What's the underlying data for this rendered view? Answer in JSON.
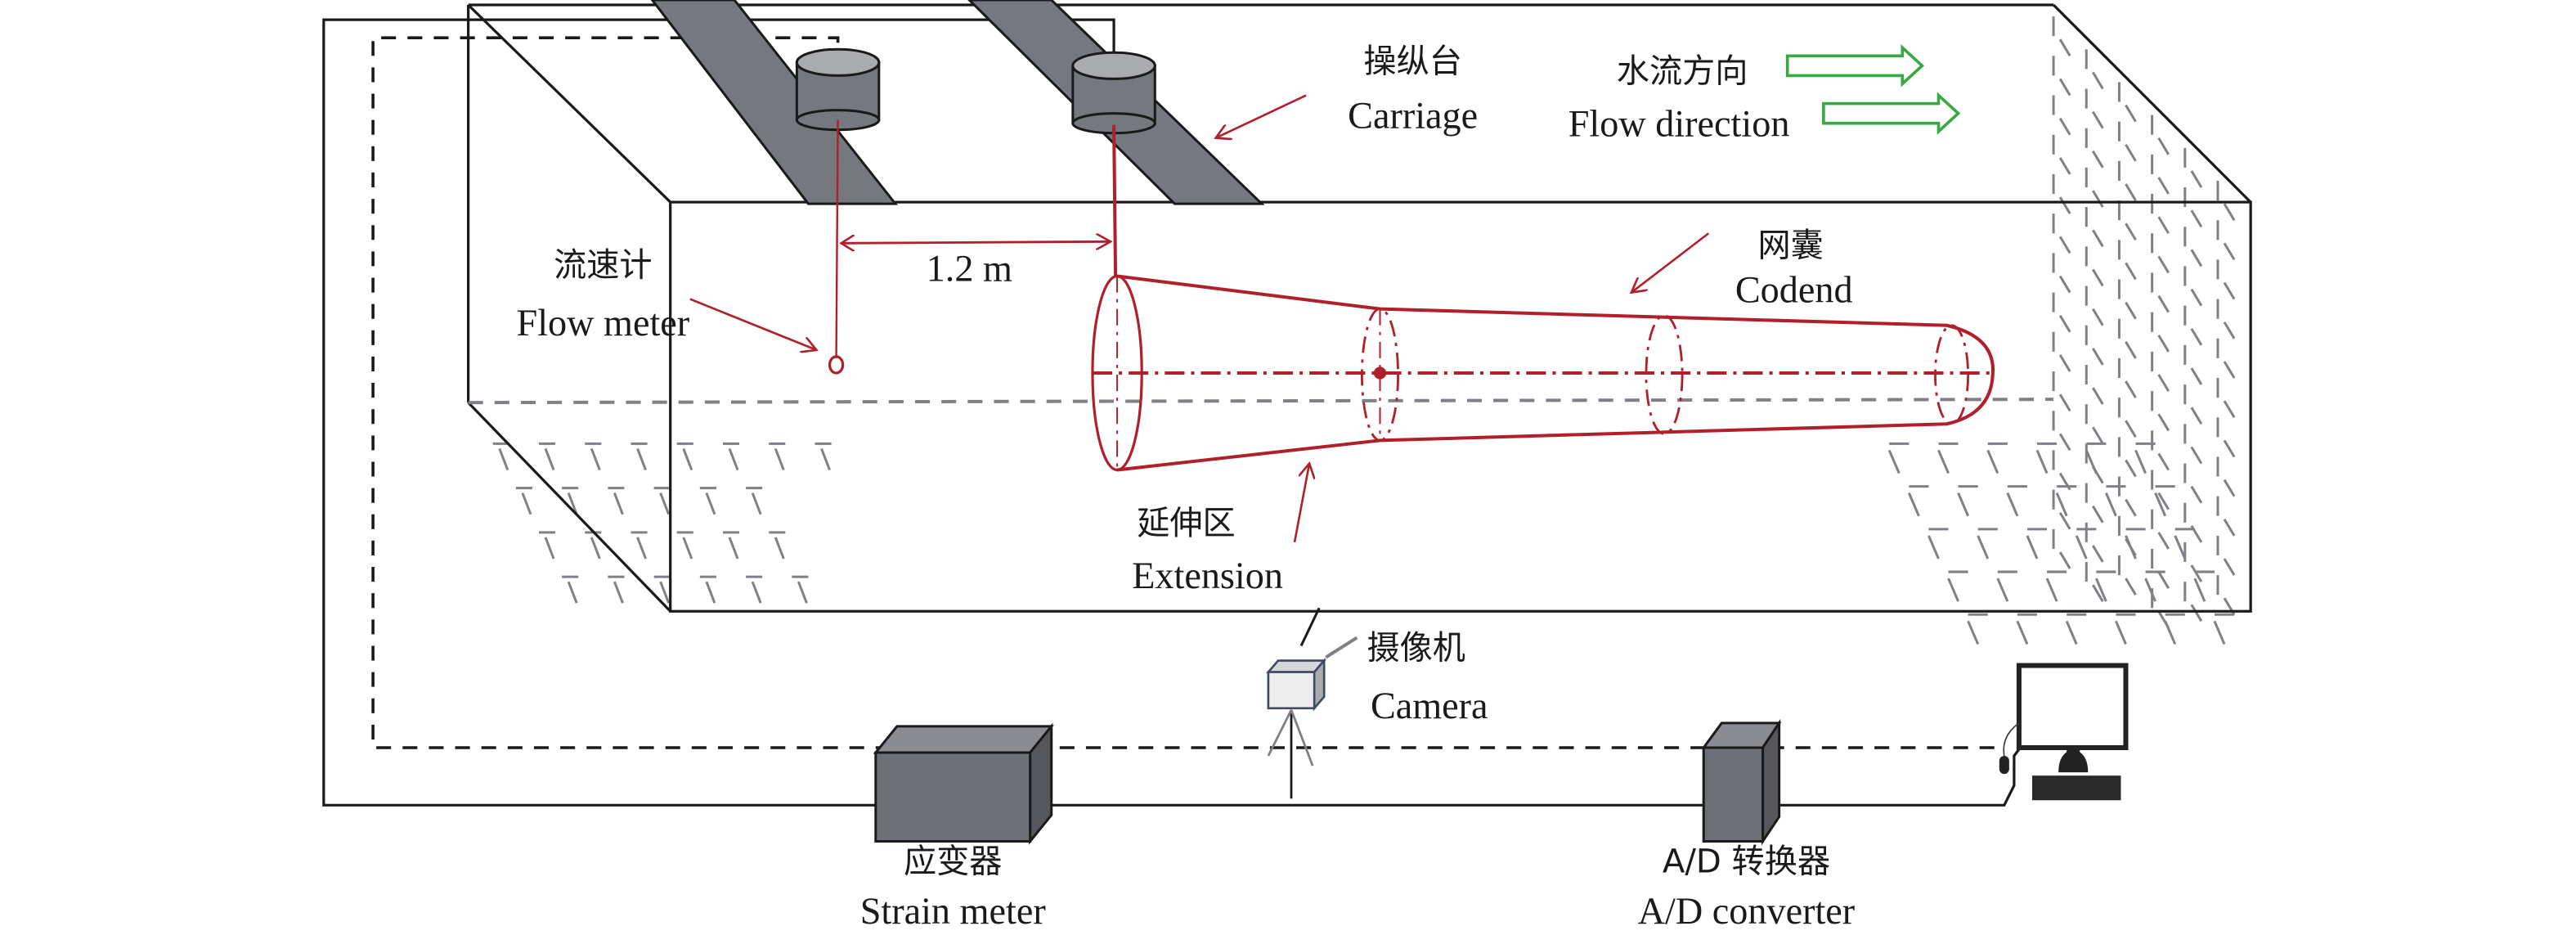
{
  "labels": {
    "carriage_zh": "操纵台",
    "carriage_en": "Carriage",
    "flow_dir_zh": "水流方向",
    "flow_dir_en": "Flow direction",
    "codend_zh": "网囊",
    "codend_en": "Codend",
    "flow_meter_zh": "流速计",
    "flow_meter_en": "Flow meter",
    "distance": "1.2 m",
    "extension_zh": "延伸区",
    "extension_en": "Extension",
    "camera_zh": "摄像机",
    "camera_en": "Camera",
    "strain_zh": "应变器",
    "strain_en": "Strain meter",
    "ad_zh": "A/D 转换器",
    "ad_en": "A/D converter"
  },
  "colors": {
    "net": "#b0202a",
    "flow_arrow": "#3aa845",
    "carriage": "#75787f",
    "device": "#6e7077",
    "hatch": "#7f8187"
  }
}
